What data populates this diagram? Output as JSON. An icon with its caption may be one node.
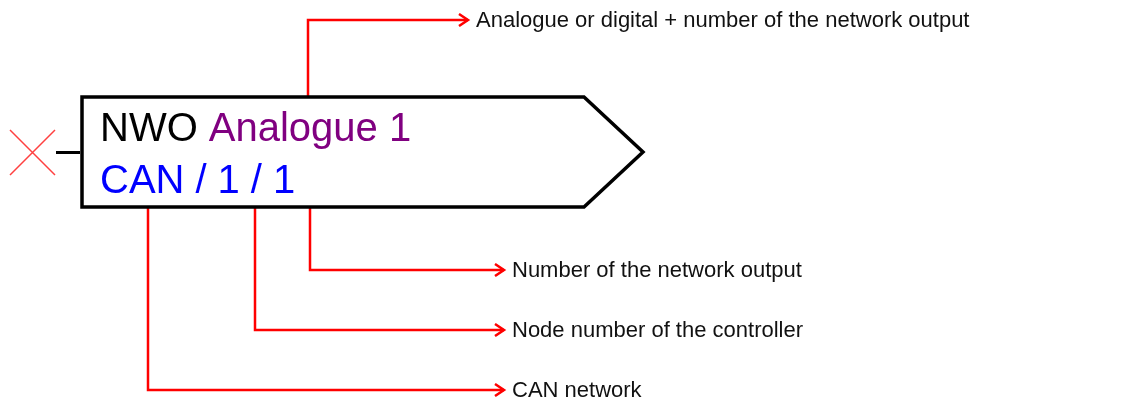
{
  "diagram": {
    "nodes": [
      {
        "text": [],
        "shape": "cross"
      },
      {
        "text": [
          "NWO"
        ]
      },
      {
        "text": [
          "Analogue 1"
        ],
        "in": 1
      },
      {
        "text": [
          "CAN"
        ],
        "in": 1
      },
      {
        "text": [
          "1"
        ],
        "in": 1
      },
      {
        "text": [
          "1"
        ],
        "in": 1
      },
      {
        "text": [
          "Analogue or digital + number of the network output"
        ]
      },
      {
        "text": [
          "Number of the network output"
        ]
      },
      {
        "text": [
          "Node number of the controller"
        ]
      },
      {
        "text": [
          "CAN network"
        ]
      }
    ],
    "edges": [
      {
        "from": 0,
        "to": 1,
        "arrow": "none",
        "color": "#000000"
      },
      {
        "from": 2,
        "to": 6,
        "arrow": "to"
      },
      {
        "from": 5,
        "to": 7,
        "arrow": "to"
      },
      {
        "from": 4,
        "to": 8,
        "arrow": "to"
      },
      {
        "from": 3,
        "to": 9,
        "arrow": "to"
      }
    ],
    "labels": [
      "/",
      "/"
    ]
  }
}
